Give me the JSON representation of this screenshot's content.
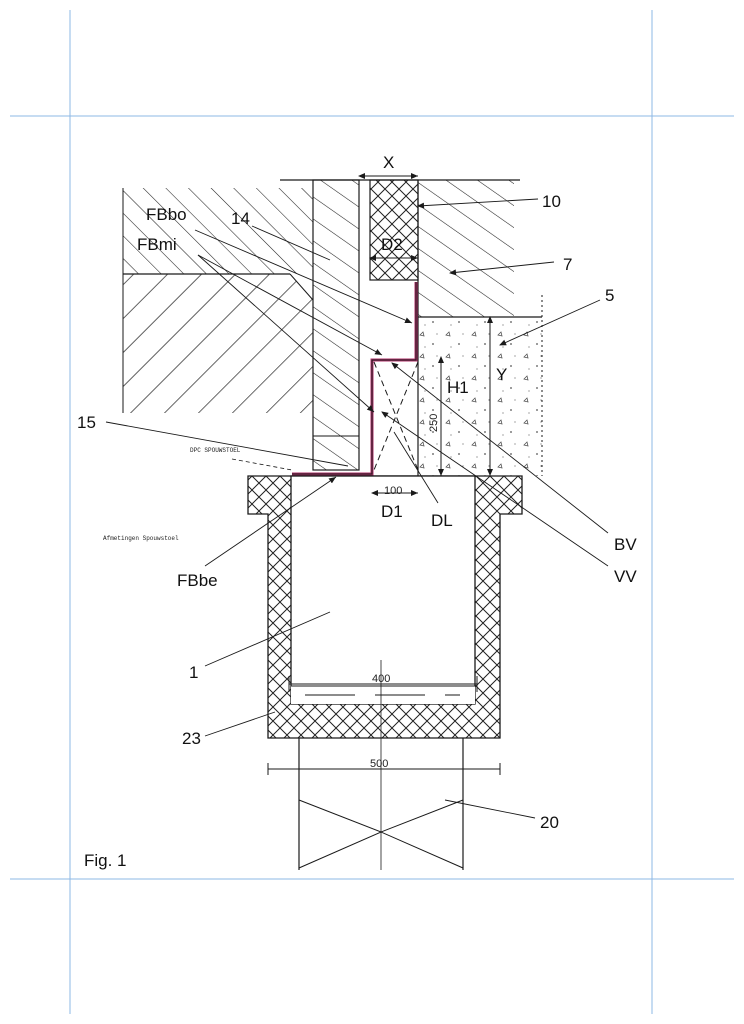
{
  "figure": {
    "caption": "Fig. 1",
    "note_dpc": "DPC SPOUWSTOEL",
    "note_afmetingen": "Afmetingen Spouwstoel",
    "colors": {
      "guide": "#8db8e6",
      "membrane": "#b0306a",
      "ink": "#1a1a1a"
    },
    "labels": {
      "x": "X",
      "d2": "D2",
      "d1": "D1",
      "h1": "H1",
      "y": "Y",
      "fbbo": "FBbo",
      "fbmi": "FBmi",
      "fbbe": "FBbe",
      "dl": "DL",
      "bv": "BV",
      "vv": "VV",
      "n10": "10",
      "n14": "14",
      "n7": "7",
      "n5": "5",
      "n15": "15",
      "n1": "1",
      "n23": "23",
      "n20": "20"
    },
    "dimensions": {
      "d1": "100",
      "h1": "250",
      "inner_width": "400",
      "outer_width": "500"
    }
  }
}
